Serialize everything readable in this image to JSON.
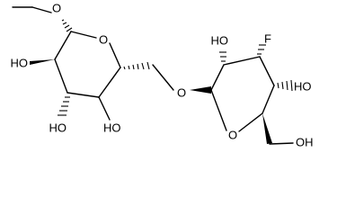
{
  "atoms": {
    "ring1_oxygen": "O",
    "ring1_c2_hydroxyl": "HO",
    "ring1_c3_hydroxyl": "HO",
    "ring1_c4_hydroxyl": "HO",
    "glycosidic_oxygen": "O",
    "ring2_c2_hydroxyl": "HO",
    "ring2_fluorine": "F",
    "ring2_c4_hydroxyl": "HO",
    "ring2_oxygen": "O",
    "ring2_c6_hydroxyl": "OH"
  }
}
